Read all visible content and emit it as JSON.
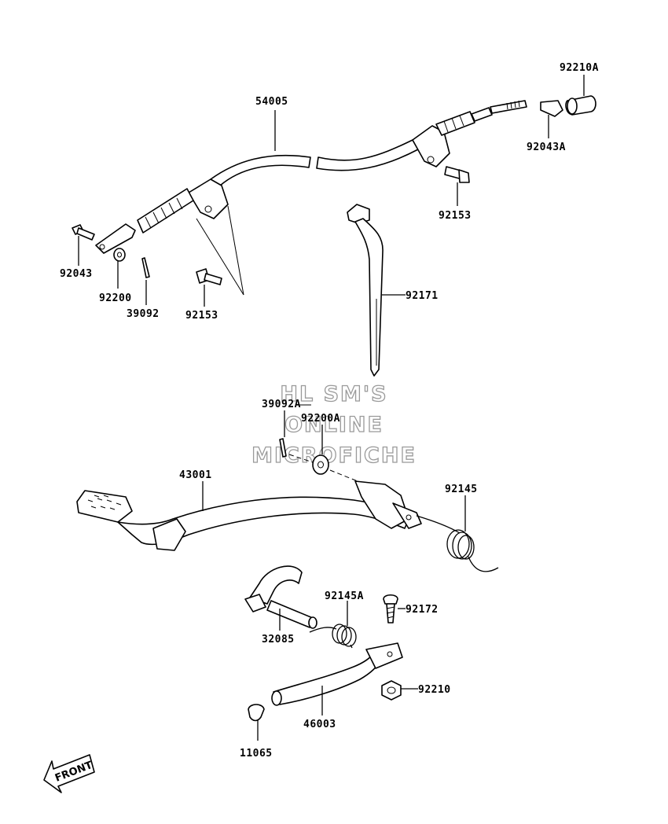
{
  "watermark": {
    "line1": "HL SM'S",
    "line2": "ONLINE",
    "line3": "MICROFICHE"
  },
  "front_indicator": "FRONT",
  "part_labels": {
    "p54005": "54005",
    "p92210A": "92210A",
    "p92043A": "92043A",
    "p92153_top": "92153",
    "p92043": "92043",
    "p92200": "92200",
    "p39092": "39092",
    "p92153_left": "92153",
    "p92171": "92171",
    "p39092A": "39092A",
    "p92200A": "92200A",
    "p43001": "43001",
    "p92145": "92145",
    "p92145A": "92145A",
    "p92172": "92172",
    "p32085": "32085",
    "p92210": "92210",
    "p46003": "46003",
    "p11065": "11065"
  }
}
